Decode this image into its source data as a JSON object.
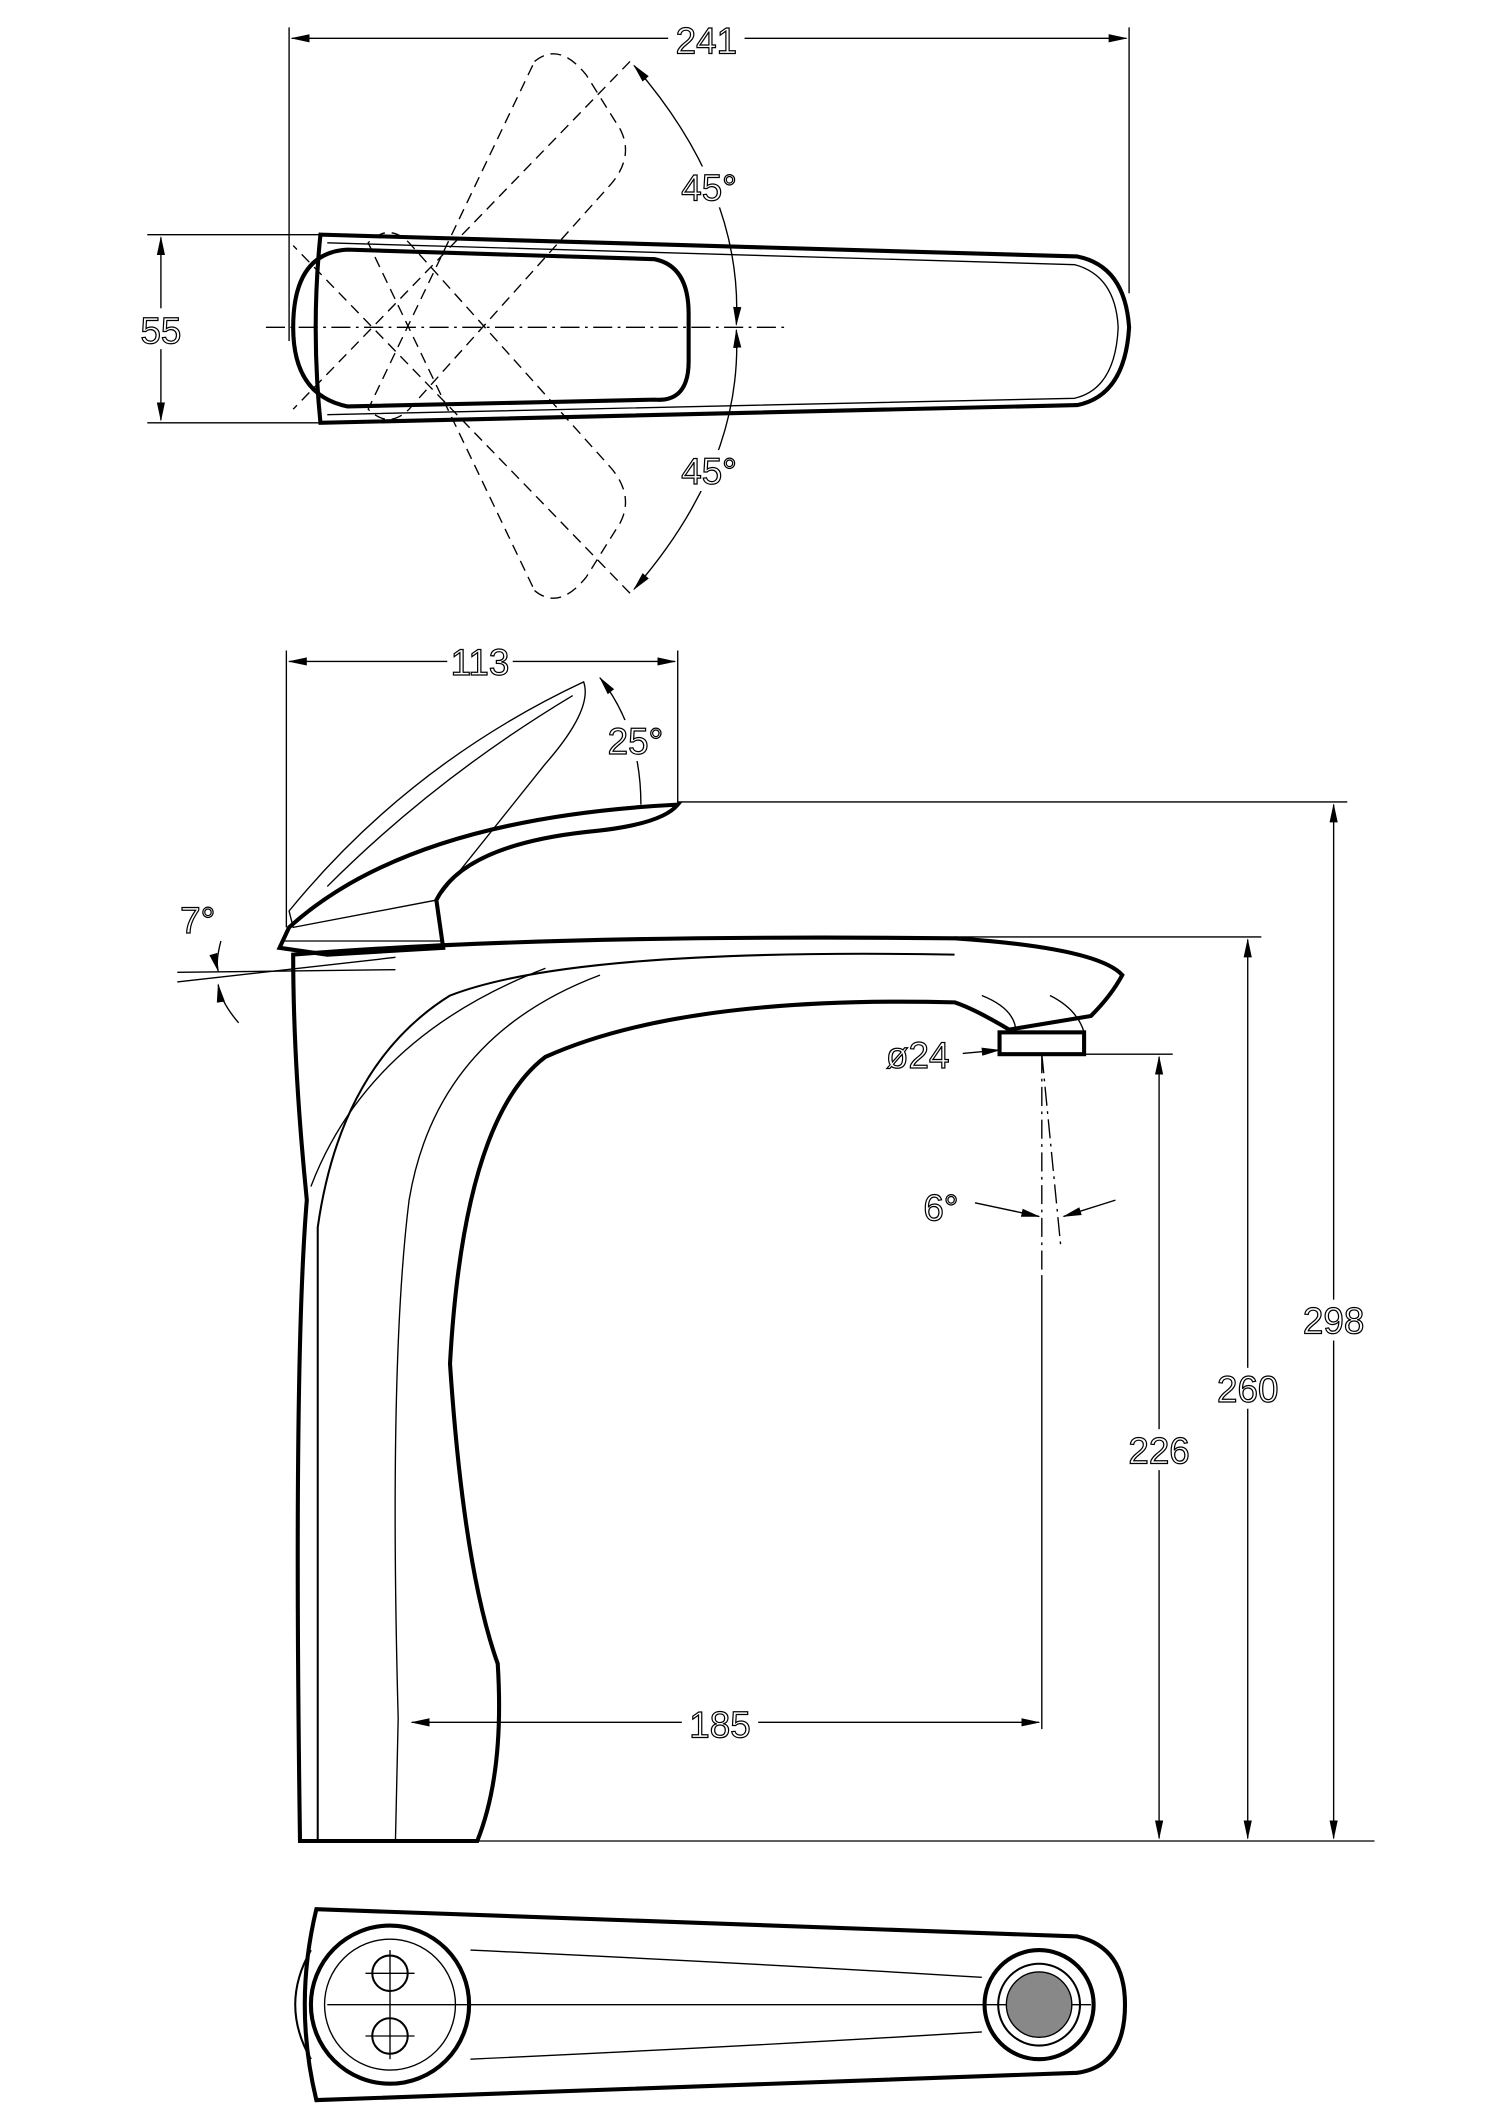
{
  "drawing": {
    "top_view": {
      "overall_length": "241",
      "width": "55",
      "rotation_left": "45°",
      "rotation_right": "45°"
    },
    "side_view": {
      "handle_reach": "113",
      "handle_lift_angle": "25°",
      "base_tilt_angle": "7°",
      "aerator_diameter": "ø24",
      "spray_angle": "6°",
      "spout_reach": "185",
      "outlet_height": "226",
      "spout_height": "260",
      "total_height": "298"
    },
    "colors": {
      "line": "#000000",
      "background": "#ffffff"
    }
  }
}
